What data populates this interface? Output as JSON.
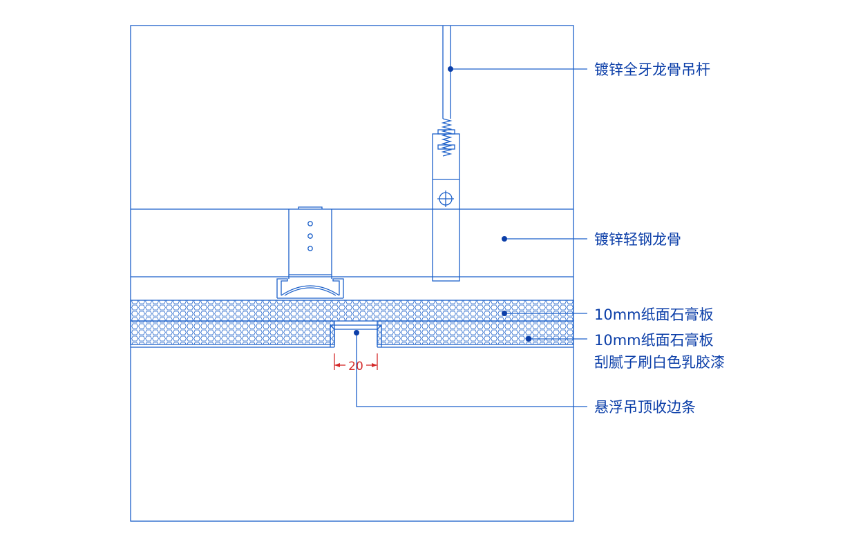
{
  "labels": {
    "hanger_rod": "镀锌全牙龙骨吊杆",
    "light_steel_keel": "镀锌轻钢龙骨",
    "board_1": "10mm纸面石膏板",
    "board_2_line1": "10mm纸面石膏板",
    "board_2_line2": "刮腻子刷白色乳胶漆",
    "edge_strip": "悬浮吊顶收边条"
  },
  "dimension": {
    "value": "20"
  },
  "colors": {
    "line": "#1a5fc9",
    "text": "#0b3ea8",
    "dimension": "#d42a2a",
    "background": "#ffffff"
  }
}
